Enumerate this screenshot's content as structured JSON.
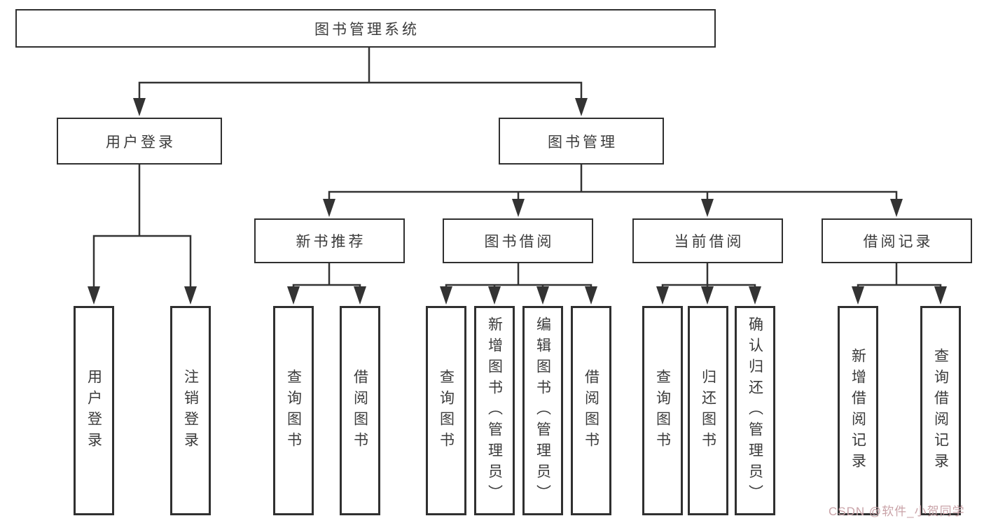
{
  "style": {
    "line_color": "#333333",
    "border_color": "#303030",
    "text_color": "#3b3b3b",
    "bg_color": "#ffffff",
    "watermark_color": "#c9a3a8"
  },
  "watermark": {
    "text": "CSDN @软件_小贺同学"
  },
  "tree": {
    "label": "图书管理系统",
    "children": [
      {
        "label": "用户登录",
        "children": [
          {
            "label": "用户登录"
          },
          {
            "label": "注销登录"
          }
        ]
      },
      {
        "label": "图书管理",
        "children": [
          {
            "label": "新书推荐",
            "children": [
              {
                "label": "查询图书"
              },
              {
                "label": "借阅图书"
              }
            ]
          },
          {
            "label": "图书借阅",
            "children": [
              {
                "label": "查询图书"
              },
              {
                "label": "新增图书（管理员）"
              },
              {
                "label": "编辑图书（管理员）"
              },
              {
                "label": "借阅图书"
              }
            ]
          },
          {
            "label": "当前借阅",
            "children": [
              {
                "label": "查询图书"
              },
              {
                "label": "归还图书"
              },
              {
                "label": "确认归还（管理员）"
              }
            ]
          },
          {
            "label": "借阅记录",
            "children": [
              {
                "label": "新增借阅记录"
              },
              {
                "label": "查询借阅记录"
              }
            ]
          }
        ]
      }
    ]
  }
}
